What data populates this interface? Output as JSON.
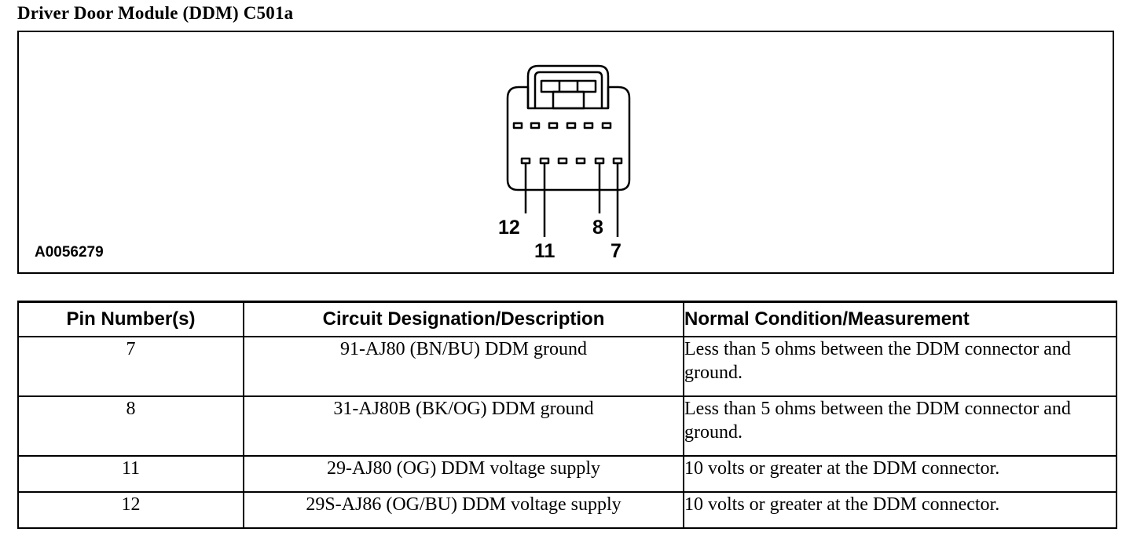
{
  "title": "Driver Door Module (DDM) C501a",
  "figure": {
    "figure_id": "A0056279",
    "pin_labels": {
      "p12": "12",
      "p11": "11",
      "p8": "8",
      "p7": "7"
    }
  },
  "table": {
    "headers": {
      "pin": "Pin Number(s)",
      "circuit": "Circuit Designation/Description",
      "condition": "Normal Condition/Measurement"
    },
    "rows": [
      {
        "pin": "7",
        "circuit": "91-AJ80 (BN/BU) DDM ground",
        "condition": "Less than 5 ohms between the DDM connector and ground."
      },
      {
        "pin": "8",
        "circuit": "31-AJ80B (BK/OG) DDM ground",
        "condition": "Less than 5 ohms between the DDM connector and ground."
      },
      {
        "pin": "11",
        "circuit": "29-AJ80 (OG) DDM voltage supply",
        "condition": "10 volts or greater at the DDM connector."
      },
      {
        "pin": "12",
        "circuit": "29S-AJ86 (OG/BU) DDM voltage supply",
        "condition": "10 volts or greater at the DDM connector."
      }
    ]
  }
}
